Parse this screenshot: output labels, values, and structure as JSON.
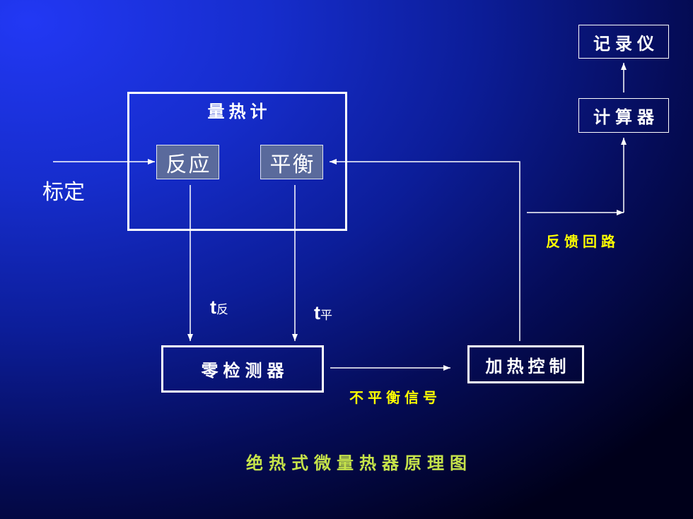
{
  "diagram": {
    "calorimeter": {
      "label": "量热计",
      "reaction": "反应",
      "balance": "平衡"
    },
    "calibration": "标定",
    "t_reaction": {
      "main": "t",
      "sub": "反"
    },
    "t_balance": {
      "main": "t",
      "sub": "平"
    },
    "null_detector": "零检测器",
    "imbalance_signal": "不平衡信号",
    "heating_control": "加热控制",
    "feedback_loop": "反馈回路",
    "computer": "计算器",
    "recorder": "记录仪",
    "title": "绝热式微量热器原理图"
  },
  "colors": {
    "line": "#ffffff",
    "text": "#ffffff",
    "signal_label": "#ffff00",
    "title": "#c6e34a",
    "inner_box": "#5a6a9c"
  }
}
